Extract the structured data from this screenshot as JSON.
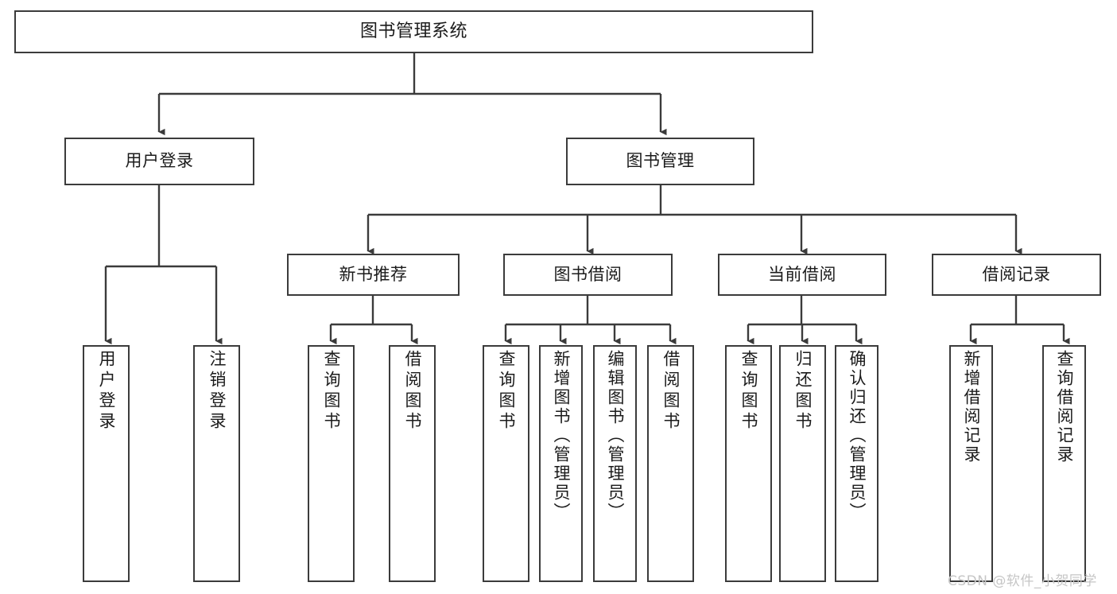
{
  "diagram": {
    "title": "图书管理系统",
    "type": "tree-hierarchy-chart",
    "watermark": "CSDN @软件_小贺同学",
    "colors": {
      "background": "#ffffff",
      "border": "#3b3b3b",
      "text": "#1b1b1b",
      "connector": "#3b3b3b",
      "watermark": "#c6c6c6"
    },
    "root": {
      "label": "图书管理系统"
    },
    "level1": [
      {
        "label": "用户登录"
      },
      {
        "label": "图书管理"
      }
    ],
    "level2": [
      {
        "label": "新书推荐"
      },
      {
        "label": "图书借阅"
      },
      {
        "label": "当前借阅"
      },
      {
        "label": "借阅记录"
      }
    ],
    "leaves": {
      "user_login": [
        {
          "label": "用户登录"
        },
        {
          "label": "注销登录"
        }
      ],
      "new_book_recommend": [
        {
          "label": "查询图书"
        },
        {
          "label": "借阅图书"
        }
      ],
      "book_borrow": [
        {
          "label": "查询图书"
        },
        {
          "label": "新增图书（管理员）"
        },
        {
          "label": "编辑图书（管理员）"
        },
        {
          "label": "借阅图书"
        }
      ],
      "current_borrow": [
        {
          "label": "查询图书"
        },
        {
          "label": "归还图书"
        },
        {
          "label": "确认归还（管理员）"
        }
      ],
      "borrow_record": [
        {
          "label": "新增借阅记录"
        },
        {
          "label": "查询借阅记录"
        }
      ]
    }
  }
}
